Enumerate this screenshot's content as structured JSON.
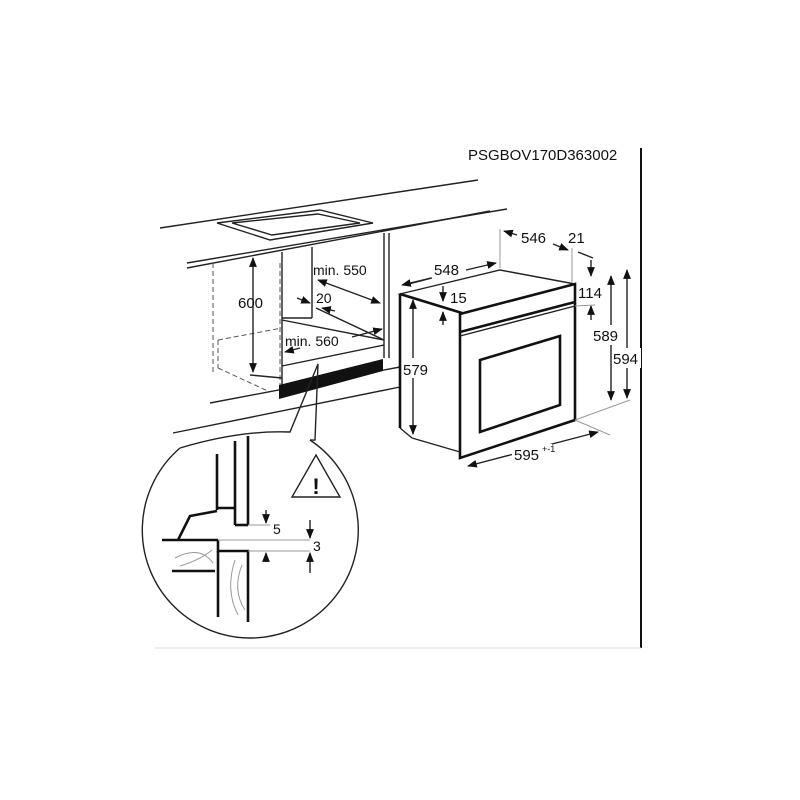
{
  "code": "PSGBOV170D363002",
  "cabinet": {
    "height": "600",
    "depth": "min. 550",
    "gap": "20",
    "width": "min. 560"
  },
  "oven": {
    "depth_total": "548",
    "depth_body": "546",
    "front": "21",
    "top_offset": "15",
    "panel": "114",
    "body_height": "579",
    "height_inner": "589",
    "height": "594",
    "width": "595",
    "width_tol": "+-1"
  },
  "detail": {
    "gap_top": "5",
    "gap_bottom": "3",
    "warning_icon": "warning-triangle-icon"
  }
}
